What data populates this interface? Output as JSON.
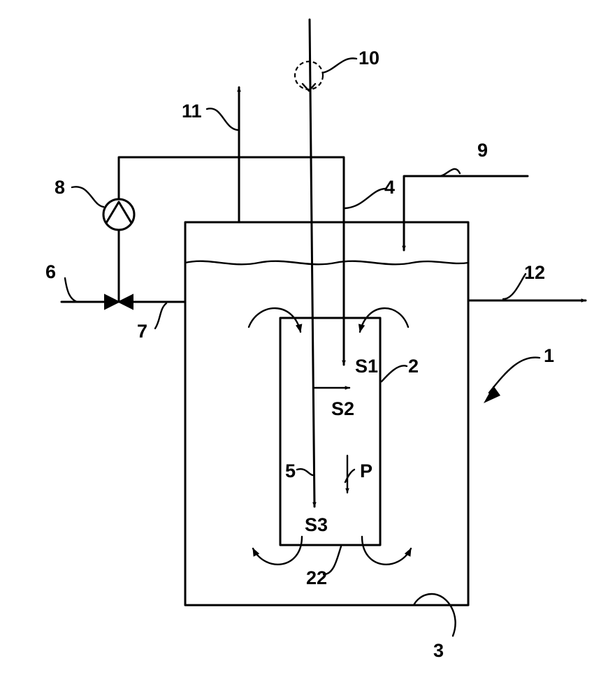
{
  "labels": {
    "tank": "1",
    "draft_tube": "2",
    "tank_bottom": "3",
    "line_4": "4",
    "line_5": "5",
    "line_6": "6",
    "line_7": "7",
    "pump": "8",
    "line_9": "9",
    "element_10": "10",
    "line_11": "11",
    "line_12": "12",
    "tube_bottom": "22",
    "s1": "S1",
    "s2": "S2",
    "s3": "S3",
    "p": "P"
  }
}
